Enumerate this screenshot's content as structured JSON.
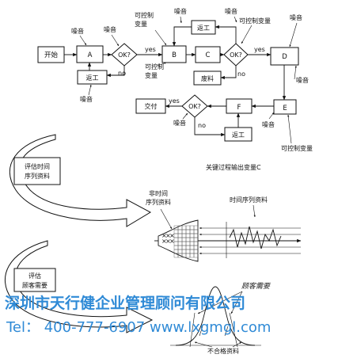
{
  "flow": {
    "start": "开始",
    "a": "A",
    "ok1": "OK?",
    "b": "B",
    "c": "C",
    "ok2": "OK?",
    "d": "D",
    "rework1": "返工",
    "rework2": "返工",
    "scrap": "废料",
    "e": "E",
    "f": "F",
    "ok3": "OK?",
    "rework3": "返工",
    "deliver": "交付",
    "yes1": "yes",
    "no1": "no",
    "yes2": "yes",
    "no2": "no",
    "yes3": "yes",
    "no3": "no"
  },
  "labels": {
    "noise_a_top": "噪音",
    "noise_ok1": "噪音",
    "noise_rework1": "噪音",
    "controllable_top": "可控制\n变量",
    "controllable_bottom": "可控制\n变量",
    "noise_b": "噪音",
    "noise_ok2": "噪音",
    "controllable_ok2": "可控制变量",
    "noise_d_top": "噪音",
    "noise_d_right": "噪音",
    "noise_e": "噪音",
    "controllable_e": "可控制变量",
    "noise_ok3": "噪音"
  },
  "lower": {
    "eval_time_series": "评估时间\n序列资料",
    "key_output": "关键过程输出变量C",
    "non_time_series": "非时间\n序列资料",
    "time_series": "时间序列资料",
    "eval_customer": "评估\n顾客需要",
    "customer_need": "顾客需要",
    "nonconforming": "不合格资料"
  },
  "watermark": {
    "line1": "深圳市天行健企业管理顾问有限公司",
    "line2": "Tel： 400-777-6907 www.lxgmgl.com"
  },
  "colors": {
    "watermark": "#2f8ad6",
    "ink": "#111111"
  }
}
